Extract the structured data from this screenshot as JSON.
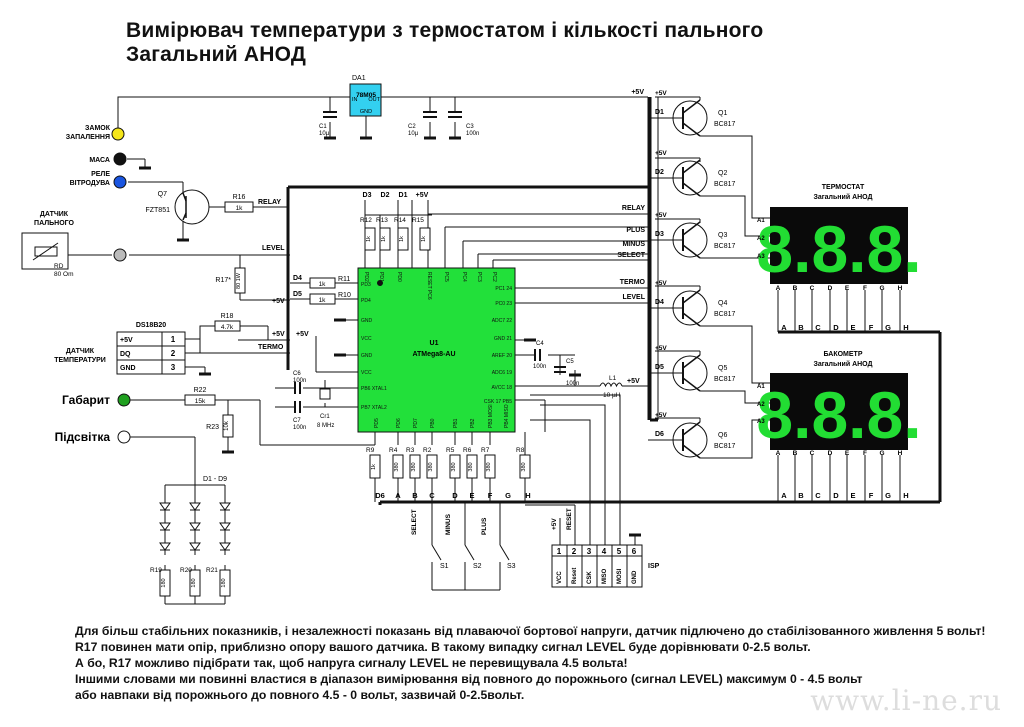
{
  "title": {
    "line1": "Вимірювач температури з термостатом і кількості пального",
    "line2": "Загальний АНОД"
  },
  "left_labels": {
    "zamok_1": "ЗАМОК",
    "zamok_2": "ЗАПАЛЕННЯ",
    "masa": "МАСА",
    "rele_1": "РЕЛЕ",
    "rele_2": "ВІТРОДУВА",
    "datchyk_1": "ДАТЧИК",
    "datchyk_2": "ПАЛЬНОГО",
    "datchyk_temp_1": "ДАТЧИК",
    "datchyk_temp_2": "ТЕМПЕРАТУРИ",
    "habaryt": "Габарит",
    "pidsvitka": "Підсвітка"
  },
  "components": {
    "da1": "DA1",
    "reg": "78M05",
    "reg_in": "IN",
    "reg_out": "OUT",
    "reg_gnd": "GND",
    "c1": "C1",
    "c1v": "10µ",
    "c2": "C2",
    "c2v": "10µ",
    "c3": "C3",
    "c3v": "100n",
    "q7": "Q7",
    "q7t": "FZT851",
    "r16": "R16",
    "r16v": "1k",
    "relay": "RELAY",
    "rd": "RD",
    "rdv": "80 Om",
    "level": "LEVEL",
    "r17": "R17*",
    "r17v": "80 1W",
    "r18": "R18",
    "r18v": "4.7k",
    "r11": "R11",
    "r11v": "1k",
    "r10": "R10",
    "r10v": "1k",
    "d4": "D4",
    "d5": "D5",
    "p5v": "+5V",
    "termo": "TERMO",
    "ds": "DS18B20",
    "ds_pins": [
      "+5V",
      "DQ",
      "GND"
    ],
    "ds_nums": [
      "1",
      "2",
      "3"
    ],
    "c6": "C6",
    "c6v": "100n",
    "c7": "C7",
    "c7v": "100n",
    "cr1": "Cr1",
    "cr1v": "8 MHz",
    "r22": "R22",
    "r22v": "15k",
    "r23": "R23",
    "r23v": "10k",
    "dd": "D1 - D9",
    "r19": "R19",
    "r20": "R20",
    "r21": "R21",
    "r180": "180",
    "u1": "U1",
    "mcu": "ATMega8-AU",
    "top_d3": "D3",
    "top_d2": "D2",
    "top_d1": "D1",
    "top_p5": "+5V",
    "r12": "R12",
    "r13": "R13",
    "r14": "R14",
    "r15": "R15",
    "r1k": "1k",
    "r9": "R9",
    "r4": "R4",
    "r3": "R3",
    "r2": "R2",
    "r5": "R5",
    "r6": "R6",
    "r7": "R7",
    "r8": "R8",
    "r380": "380",
    "bot_labels": [
      "D6",
      "A",
      "B",
      "C",
      "D",
      "E",
      "F",
      "G",
      "H"
    ],
    "c4": "C4",
    "c4v": "100n",
    "c5": "C5",
    "c5v": "100n",
    "l1": "L1",
    "l1v": "10 µH",
    "select": "SELECT",
    "minus": "MINUS",
    "plus": "PLUS",
    "reset": "RESET",
    "s1": "S1",
    "s2": "S2",
    "s3": "S3",
    "isp": "ISP",
    "isp_nums": [
      "1",
      "2",
      "3",
      "4",
      "5",
      "6"
    ],
    "isp_pins": [
      "VCC",
      "Reset",
      "CSK",
      "MISO",
      "MOSI",
      "GND"
    ]
  },
  "mcu_pins": {
    "left": [
      "PD3",
      "PD4",
      "GND",
      "VCC",
      "GND",
      "VCC",
      "PB6 XTAL1",
      "PB7 XTAL2"
    ],
    "right": [
      "PC1 24",
      "PC0 23",
      "ADC7 22",
      "GND 21",
      "AREF 20",
      "ADC6 19",
      "AVCC 18",
      "CSK 17 PB5"
    ],
    "top": [
      "PD2",
      "PD1",
      "PD0",
      "RESET PC6",
      "PC5",
      "PC4",
      "PC3",
      "PC2"
    ],
    "bottom": [
      "PD5",
      "PD6",
      "PD7",
      "PB0",
      "PB1",
      "PB2",
      "PB3 MOSI",
      "PB4 MISO"
    ]
  },
  "right_side": {
    "q_names": [
      "Q1",
      "Q2",
      "Q3",
      "Q4",
      "Q5",
      "Q6"
    ],
    "q_type": "BC817",
    "d_names": [
      "D1",
      "D2",
      "D3",
      "D4",
      "D5",
      "D6"
    ],
    "p5v": "+5V",
    "signals": [
      "RELAY",
      "PLUS",
      "MINUS",
      "SELECT",
      "TERMO",
      "LEVEL"
    ],
    "disp1_title_1": "ТЕРМОСТАТ",
    "disp1_title_2": "Загальний АНОД",
    "disp2_title_1": "БАКОМЕТР",
    "disp2_title_2": "Загальний АНОД",
    "disp_digits": "8.8.8.",
    "seg_letters": [
      "A",
      "B",
      "C",
      "D",
      "E",
      "F",
      "G",
      "H"
    ],
    "anodes": [
      "A1",
      "A2",
      "A3"
    ]
  },
  "notes": [
    "Для більш стабільних показників, і незалежності показань від плаваючої бортової напруги, датчик підлючено до стабілізованного живлення 5 вольт!",
    "R17 повинен мати опір, приблизно опору вашого датчика. В такому випадку сигнал LEVEL буде дорівнювати 0-2.5 вольт.",
    "А бо, R17 можливо підібрати так, щоб напруга сигналу LEVEL не перевищувала 4.5 вольта!",
    "Іншими словами ми повинні властися в діапазон вимірювання від повного до порожнього (сигнал LEVEL) максимум 0 - 4.5 вольт",
    "або навпаки від порожнього до повного 4.5 - 0 вольт, зазвичай 0-2.5вольт."
  ],
  "watermark": "www.li-ne.ru",
  "colors": {
    "mcu": "#22e03a",
    "regulator": "#33d0f0",
    "display_bg": "#0a0a0a",
    "segment": "#22dd33",
    "yellow": "#f5e61a",
    "blue": "#1a55e0",
    "green": "#1fa01f"
  }
}
